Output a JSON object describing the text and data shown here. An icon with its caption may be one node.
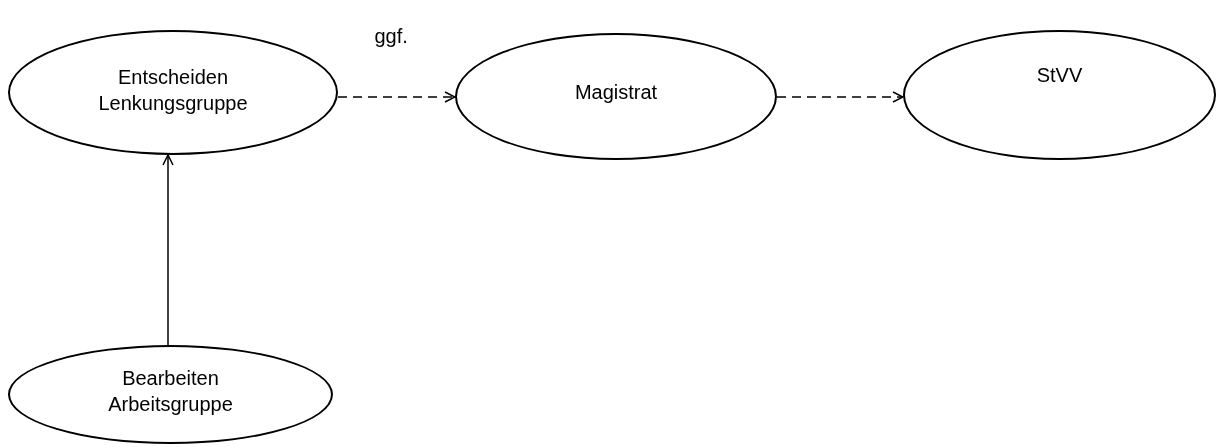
{
  "diagram": {
    "nodes": [
      {
        "text": [
          "Entscheiden Lenkungsgruppe"
        ]
      },
      {
        "text": [
          "Magistrat"
        ]
      },
      {
        "text": [
          "StVV"
        ]
      },
      {
        "text": [
          "Bearbeiten Arbeitsgruppe"
        ]
      }
    ],
    "edges": [
      {
        "from": 0,
        "to": 1,
        "arrow": "to",
        "label": "ggf.",
        "style": "dashed"
      },
      {
        "from": 1,
        "to": 2,
        "arrow": "to",
        "style": "dashed"
      },
      {
        "from": 3,
        "to": 0,
        "arrow": "to"
      }
    ]
  }
}
